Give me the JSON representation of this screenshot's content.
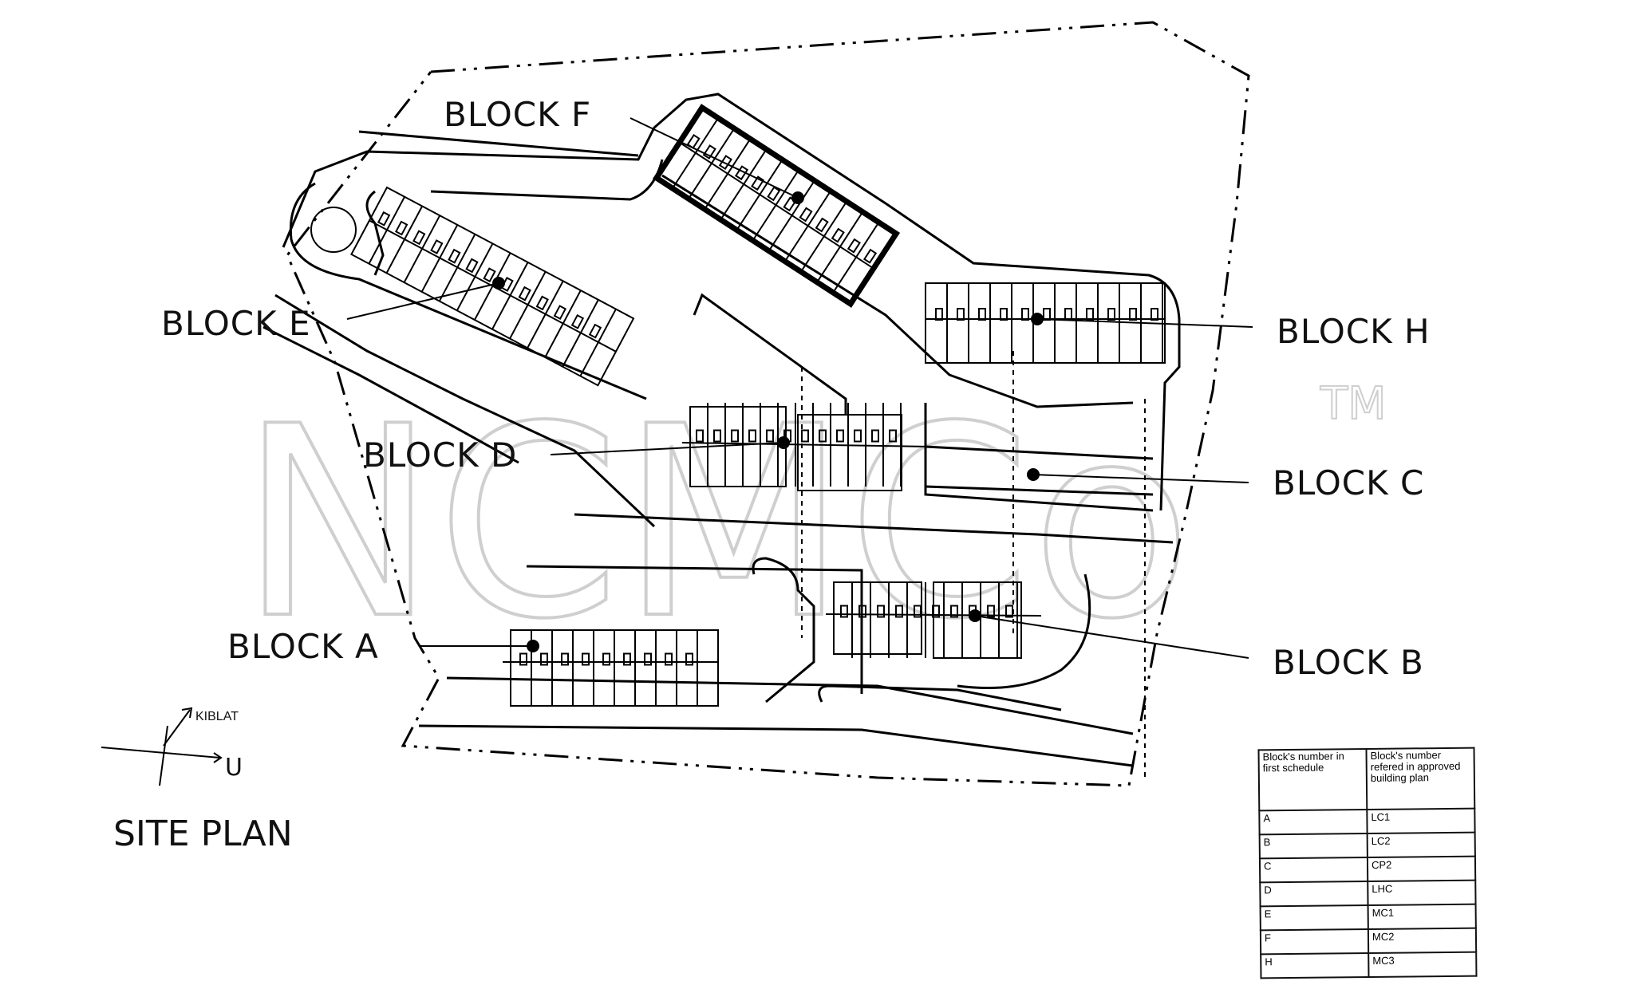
{
  "title": "SITE PLAN",
  "north_arrow": {
    "kiblat_label": "KIBLAT",
    "north_label": "U"
  },
  "watermark": {
    "text": "NCMCo",
    "tm": "TM"
  },
  "blocks": [
    {
      "id": "A",
      "label": "BLOCK A"
    },
    {
      "id": "B",
      "label": "BLOCK B"
    },
    {
      "id": "C",
      "label": "BLOCK C"
    },
    {
      "id": "D",
      "label": "BLOCK D"
    },
    {
      "id": "E",
      "label": "BLOCK E"
    },
    {
      "id": "F",
      "label": "BLOCK F"
    },
    {
      "id": "H",
      "label": "BLOCK H"
    }
  ],
  "schedule_table": {
    "headers": [
      "Block's number in first schedule",
      "Block's number refered in approved building plan"
    ],
    "rows": [
      [
        "A",
        "LC1"
      ],
      [
        "B",
        "LC2"
      ],
      [
        "C",
        "CP2"
      ],
      [
        "D",
        "LHC"
      ],
      [
        "E",
        "MC1"
      ],
      [
        "F",
        "MC2"
      ],
      [
        "H",
        "MC3"
      ]
    ]
  }
}
